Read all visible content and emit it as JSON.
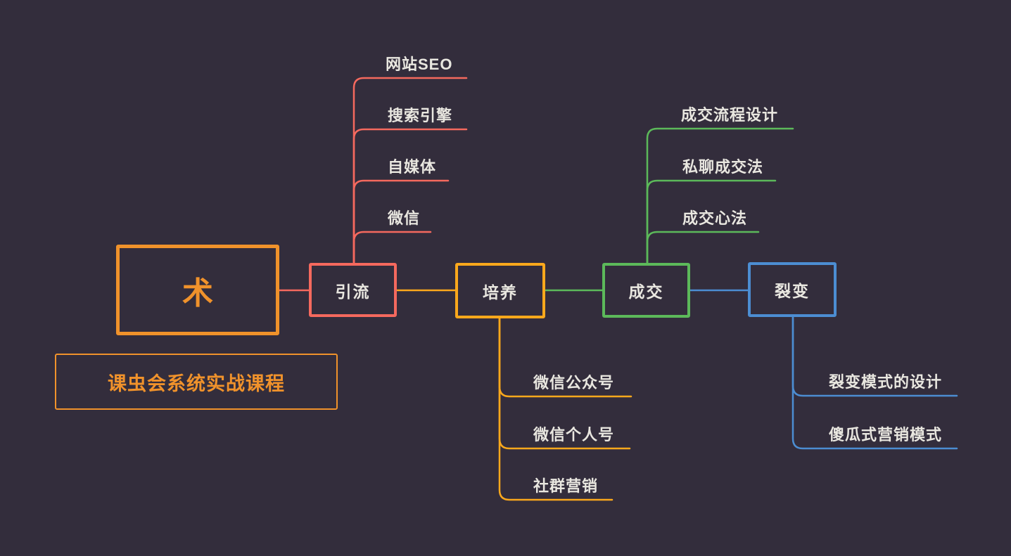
{
  "colors": {
    "background": "#332d3c",
    "orange": "#f0922b",
    "salmon": "#f5695e",
    "yellow": "#fba81c",
    "green": "#5cb95a",
    "blue": "#4c8dd2",
    "text": "#e9e7e0"
  },
  "root": {
    "label": "术"
  },
  "subtitle": {
    "label": "课虫会系统实战课程"
  },
  "nodes": {
    "yinliu": {
      "label": "引流",
      "color": "#f5695e",
      "children": [
        "网站SEO",
        "搜索引擎",
        "自媒体",
        "微信"
      ]
    },
    "peiyang": {
      "label": "培养",
      "color": "#fba81c",
      "children": [
        "微信公众号",
        "微信个人号",
        "社群营销"
      ]
    },
    "chengjiao": {
      "label": "成交",
      "color": "#5cb95a",
      "children": [
        "成交流程设计",
        "私聊成交法",
        "成交心法"
      ]
    },
    "liebian": {
      "label": "裂变",
      "color": "#4c8dd2",
      "children": [
        "裂变模式的设计",
        "傻瓜式营销模式"
      ]
    }
  }
}
